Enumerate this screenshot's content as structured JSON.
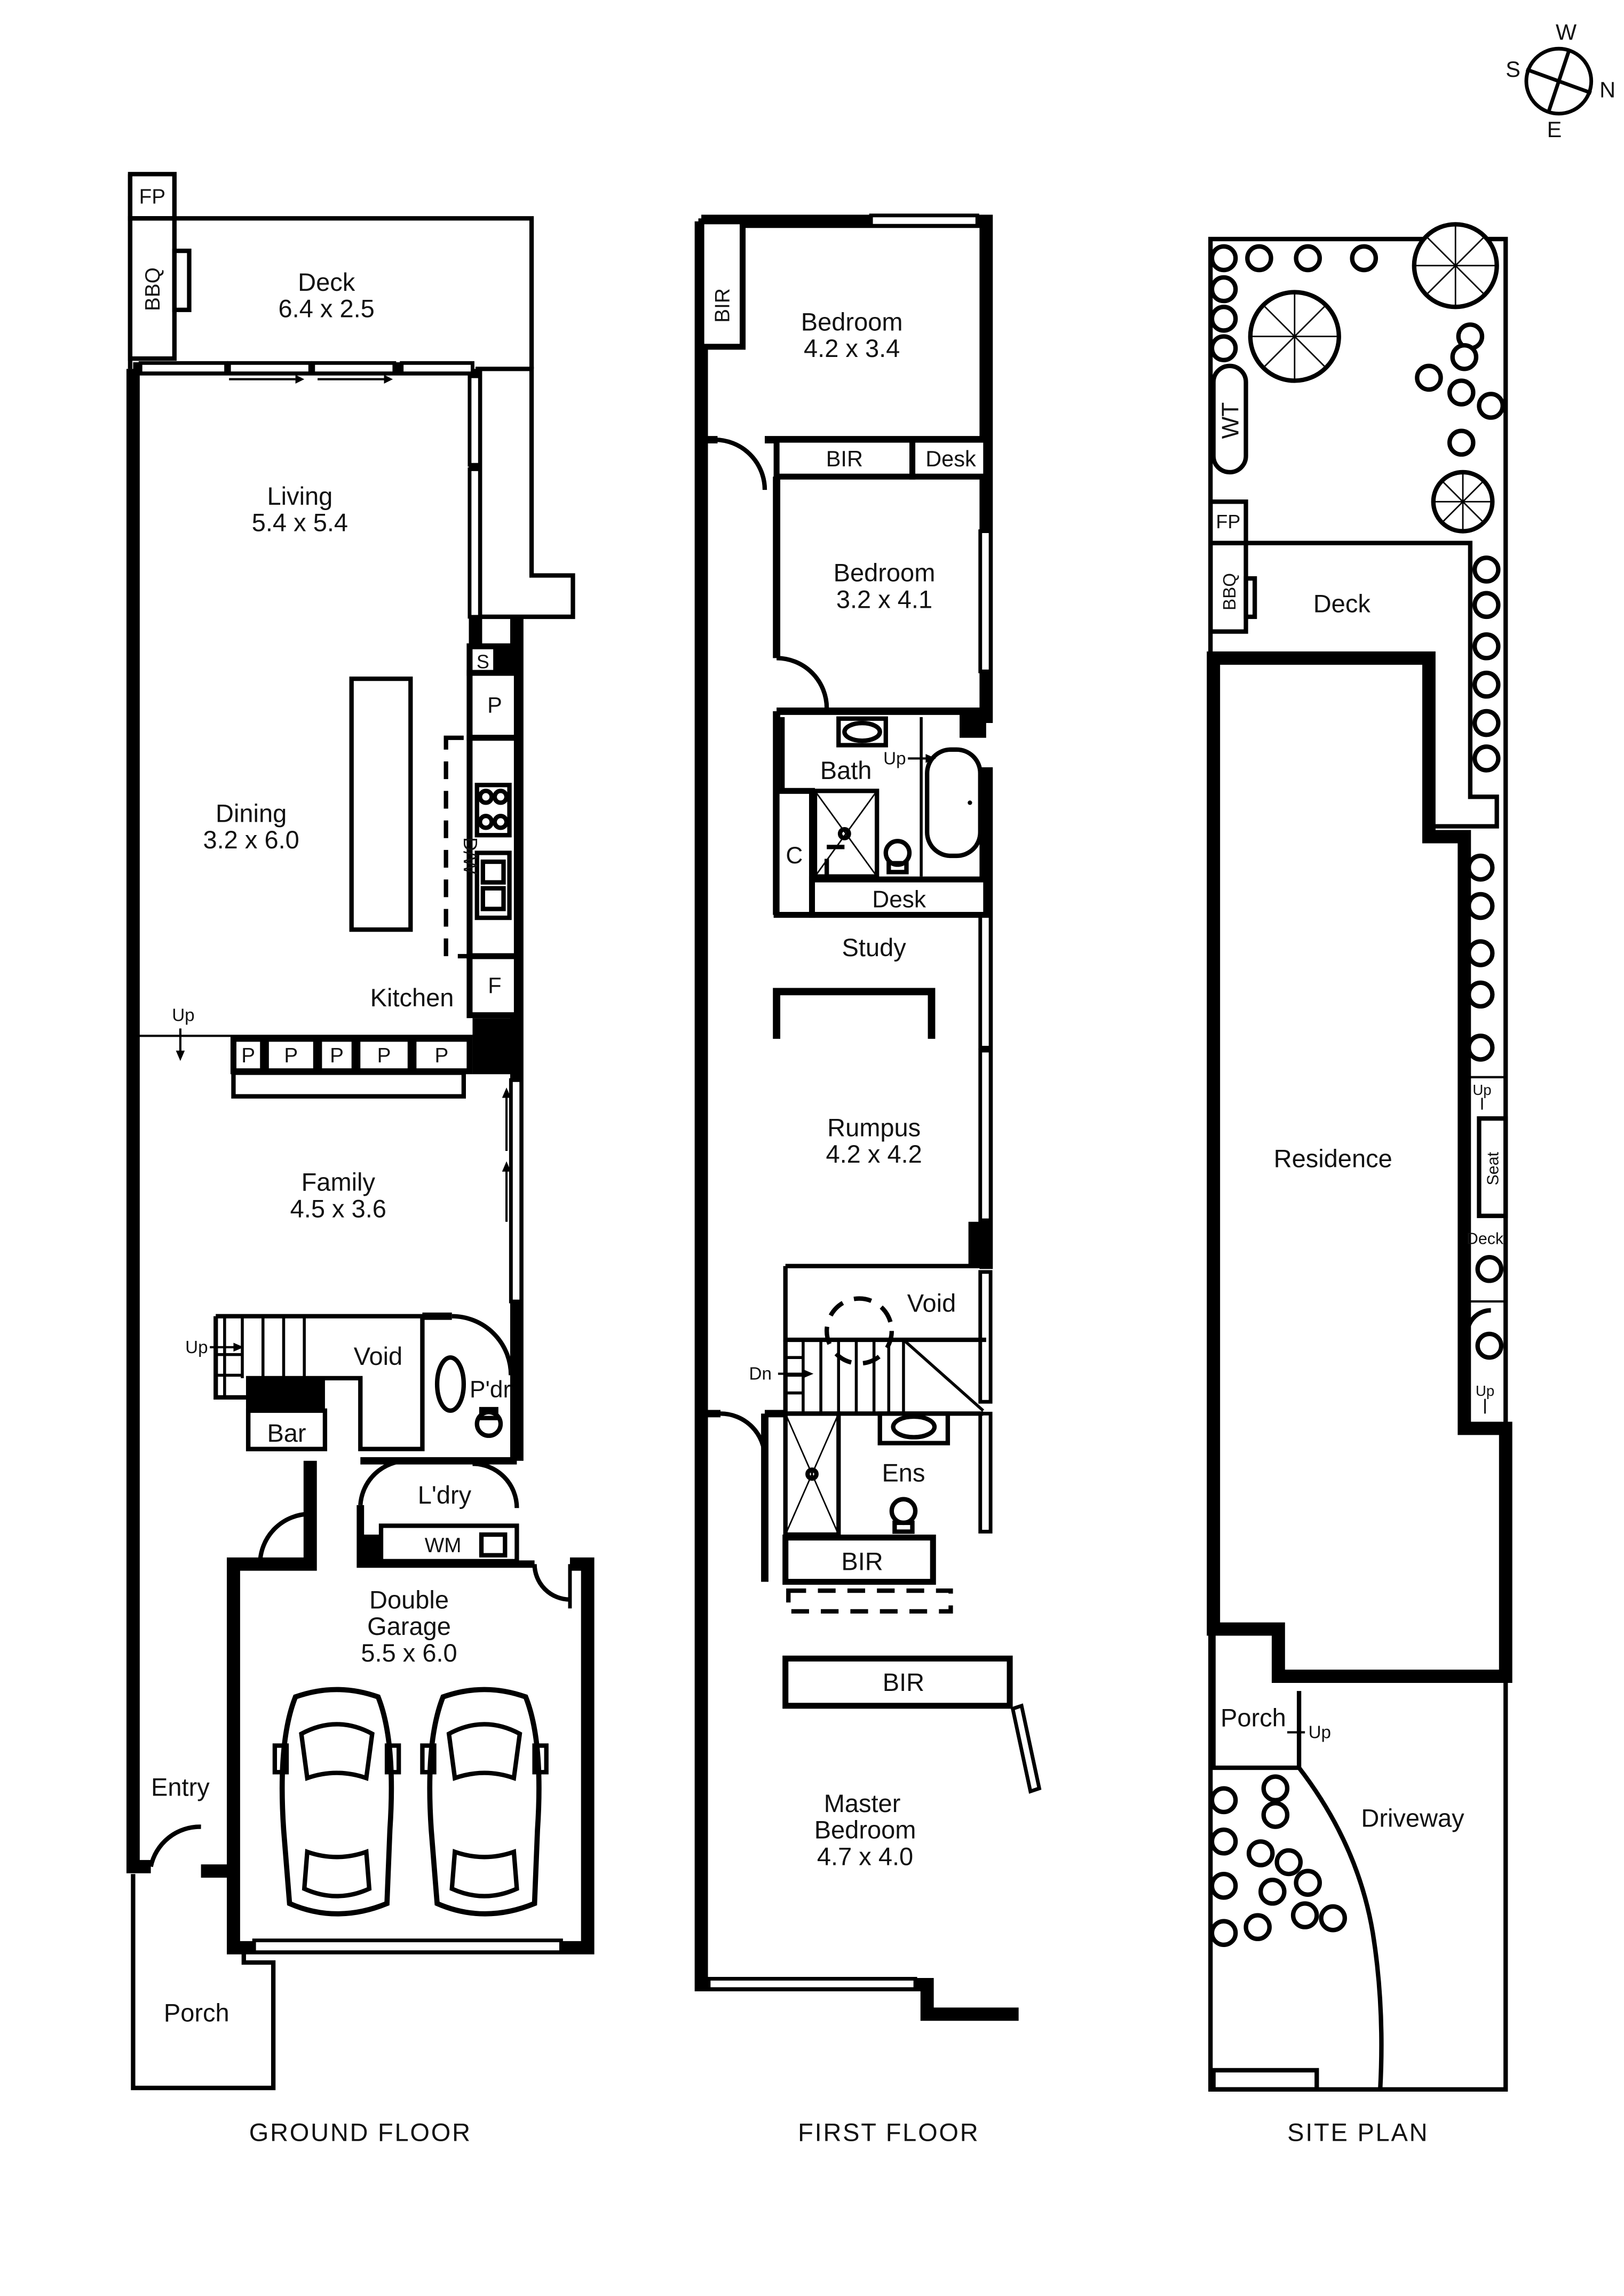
{
  "compass": {
    "w": "W",
    "s": "S",
    "n": "N",
    "e": "E"
  },
  "ground_floor": {
    "title": "GROUND FLOOR",
    "fp": "FP",
    "bbq": "BBQ",
    "deck": {
      "name": "Deck",
      "size": "6.4 x 2.5"
    },
    "living": {
      "name": "Living",
      "size": "5.4 x 5.4"
    },
    "dining": {
      "name": "Dining",
      "size": "3.2 x 6.0"
    },
    "kitchen": "Kitchen",
    "s": "S",
    "p": "P",
    "dw": "D/W",
    "f": "F",
    "up": "Up",
    "pantry": [
      "P",
      "P",
      "P",
      "P",
      "P"
    ],
    "family": {
      "name": "Family",
      "size": "4.5 x 3.6"
    },
    "void": "Void",
    "pdr": "P'dr",
    "bar": "Bar",
    "laundry": "L'dry",
    "wm": "WM",
    "garage": {
      "line1": "Double",
      "line2": "Garage",
      "size": "5.5 x 6.0"
    },
    "entry": "Entry",
    "porch": "Porch"
  },
  "first_floor": {
    "title": "FIRST FLOOR",
    "bir": "BIR",
    "bed1": {
      "name": "Bedroom",
      "size": "4.2 x 3.4"
    },
    "bir2": "BIR",
    "desk": "Desk",
    "bed2": {
      "name": "Bedroom",
      "size": "3.2 x 4.1"
    },
    "bath": "Bath",
    "up": "Up",
    "c": "C",
    "desk2": "Desk",
    "study": "Study",
    "rumpus": {
      "name": "Rumpus",
      "size": "4.2 x 4.2"
    },
    "void": "Void",
    "dn": "Dn",
    "ens": "Ens",
    "bir3": "BIR",
    "bir4": "BIR",
    "master": {
      "line1": "Master",
      "line2": "Bedroom",
      "size": "4.7 x 4.0"
    }
  },
  "site_plan": {
    "title": "SITE PLAN",
    "wt": "WT",
    "fp": "FP",
    "bbq": "BBQ",
    "deck": "Deck",
    "residence": "Residence",
    "up": "Up",
    "seat": "Seat",
    "deck2": "Deck",
    "up2": "Up",
    "porch": "Porch",
    "up3": "Up",
    "driveway": "Driveway"
  }
}
